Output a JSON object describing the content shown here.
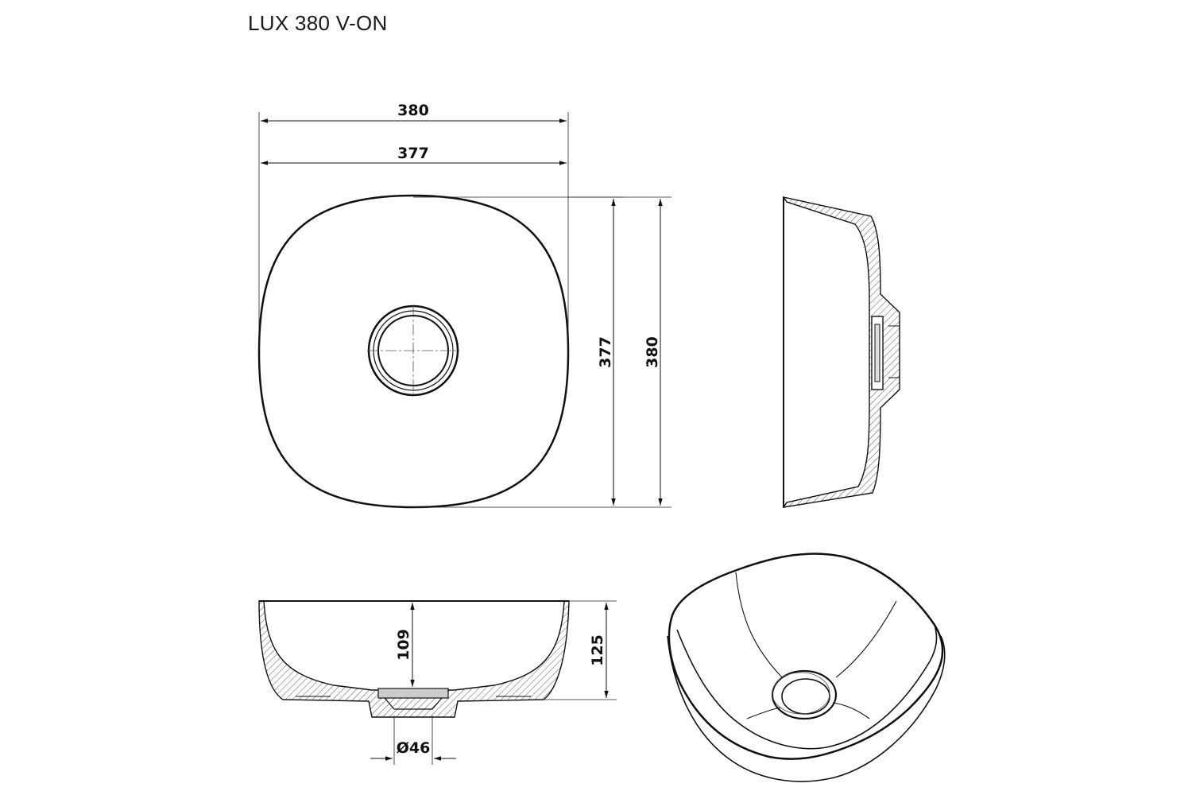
{
  "title": "LUX 380 V-ON",
  "dimensions": {
    "top_width_outer": "380",
    "top_width_inner": "377",
    "top_depth_inner": "377",
    "top_depth_outer": "380",
    "inner_height": "109",
    "total_height": "125",
    "drain_diameter": "Ø46"
  }
}
